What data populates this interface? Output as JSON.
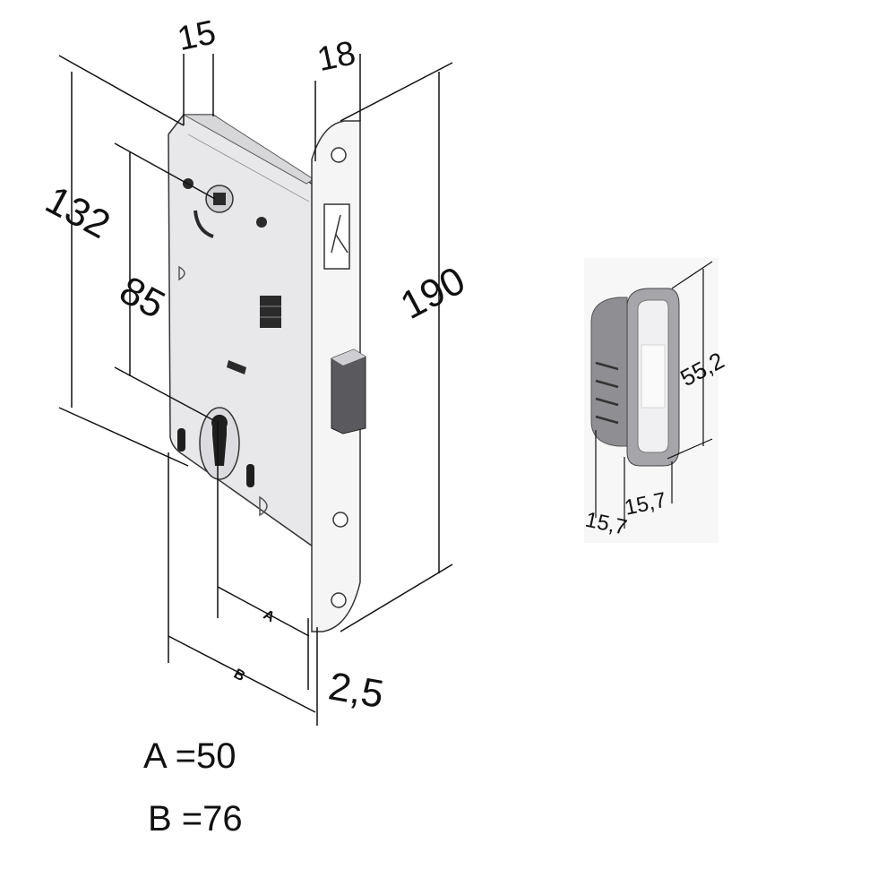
{
  "lock": {
    "dims": {
      "body_depth": "15",
      "faceplate_width": "18",
      "body_height": "132",
      "backset_height": "85",
      "faceplate_height": "190",
      "faceplate_thickness": "2,5",
      "label_a": "A",
      "label_b": "B"
    },
    "legend": {
      "a": "A =50",
      "b": "B =76"
    }
  },
  "strike": {
    "dims": {
      "height": "55,2",
      "width_left": "15,7",
      "width_right": "15,7"
    }
  },
  "colors": {
    "line": "#111111",
    "body_fill": "#e9e9ec",
    "faceplate_fill": "#f6f6f7",
    "dark_part": "#2a2a2a"
  }
}
